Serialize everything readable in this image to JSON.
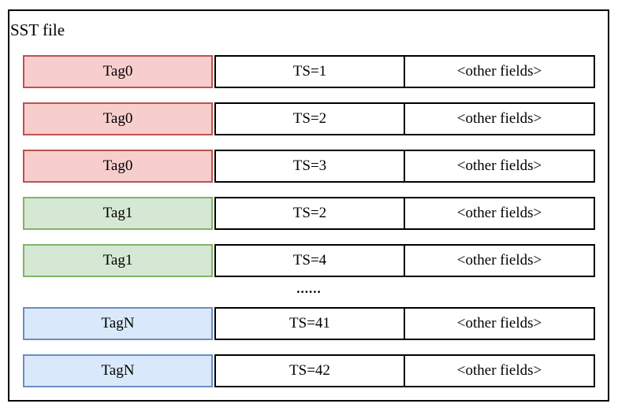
{
  "diagram": {
    "title": "SST file",
    "colors": {
      "red": {
        "fill": "#f8cecc",
        "stroke": "#b85450"
      },
      "green": {
        "fill": "#d5e8d4",
        "stroke": "#82b366"
      },
      "blue": {
        "fill": "#dae8fc",
        "stroke": "#6c8ebf"
      },
      "line": "#000000"
    },
    "items": [
      {
        "type": "row",
        "tag": "Tag0",
        "ts": "TS=1",
        "other": "<other fields>",
        "color": "red"
      },
      {
        "type": "row",
        "tag": "Tag0",
        "ts": "TS=2",
        "other": "<other fields>",
        "color": "red"
      },
      {
        "type": "row",
        "tag": "Tag0",
        "ts": "TS=3",
        "other": "<other fields>",
        "color": "red"
      },
      {
        "type": "row",
        "tag": "Tag1",
        "ts": "TS=2",
        "other": "<other fields>",
        "color": "green"
      },
      {
        "type": "row",
        "tag": "Tag1",
        "ts": "TS=4",
        "other": "<other fields>",
        "color": "green"
      },
      {
        "type": "ellipsis",
        "label": "......"
      },
      {
        "type": "row",
        "tag": "TagN",
        "ts": "TS=41",
        "other": "<other fields>",
        "color": "blue"
      },
      {
        "type": "row",
        "tag": "TagN",
        "ts": "TS=42",
        "other": "<other fields>",
        "color": "blue"
      }
    ]
  }
}
